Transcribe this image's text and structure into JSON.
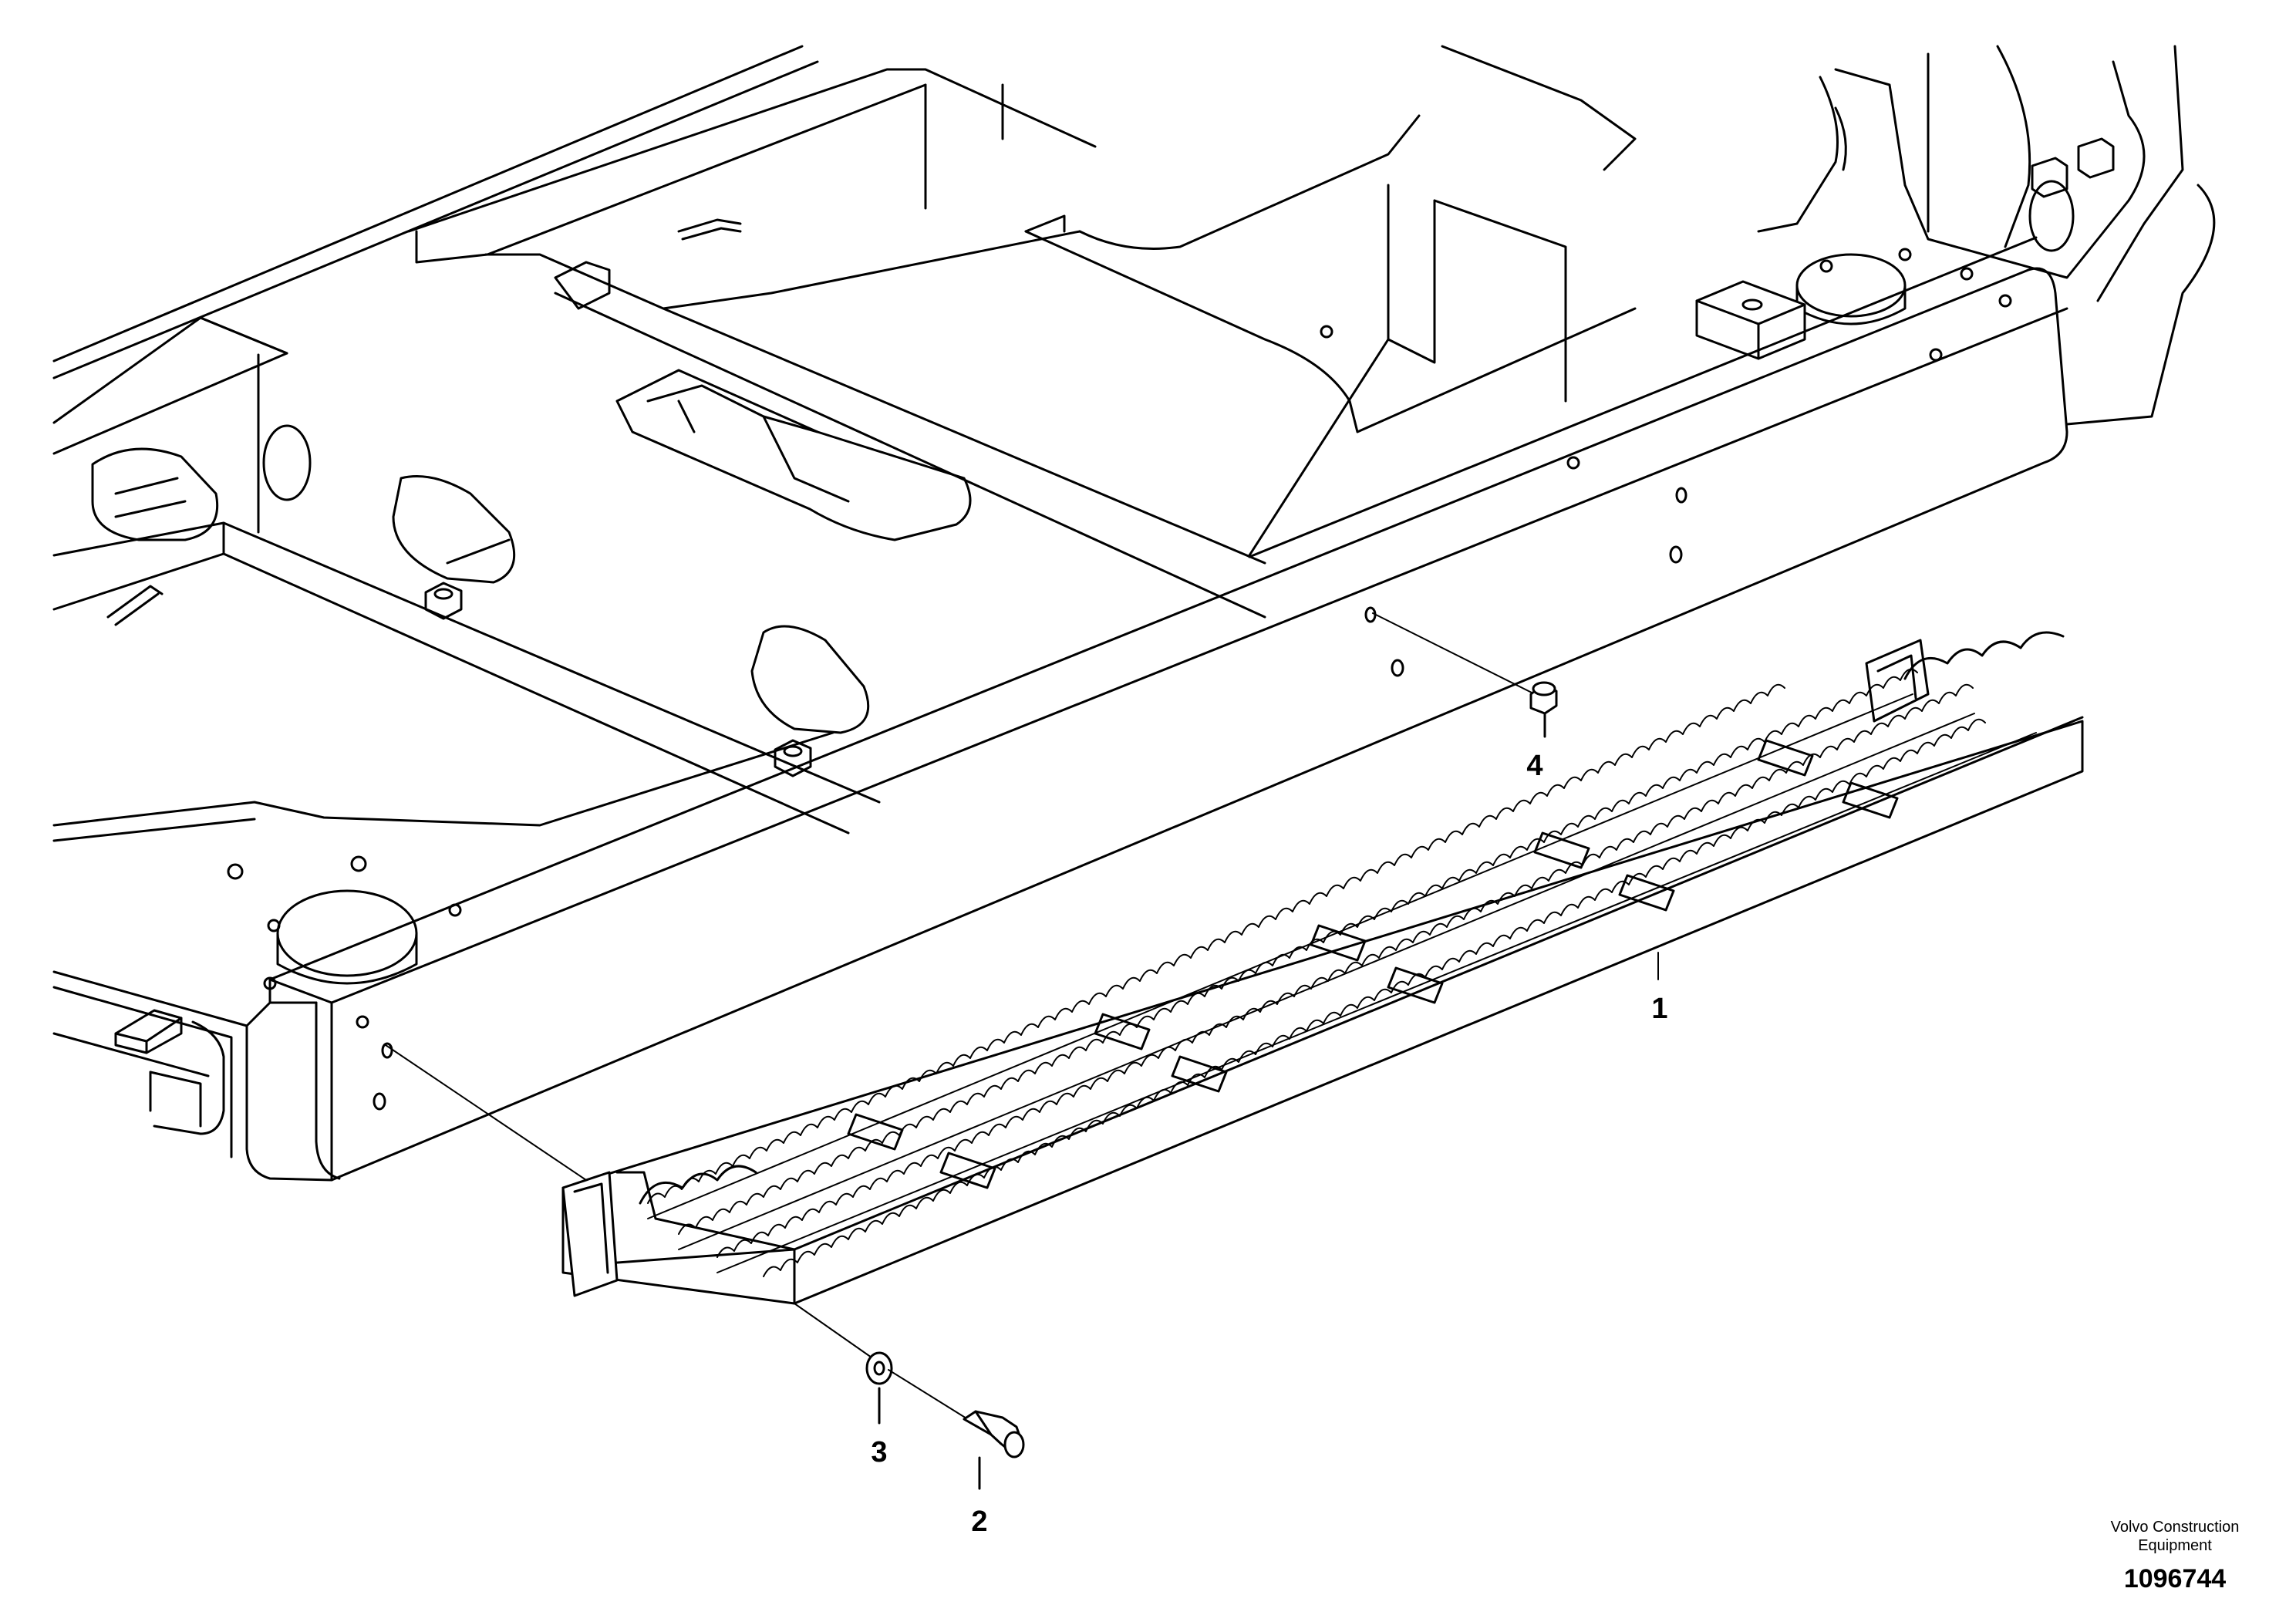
{
  "callouts": [
    {
      "label": "1"
    },
    {
      "label": "2"
    },
    {
      "label": "3"
    },
    {
      "label": "4"
    }
  ],
  "footer": {
    "company_line1": "Volvo Construction",
    "company_line2": "Equipment",
    "drawing_number": "1096744"
  }
}
